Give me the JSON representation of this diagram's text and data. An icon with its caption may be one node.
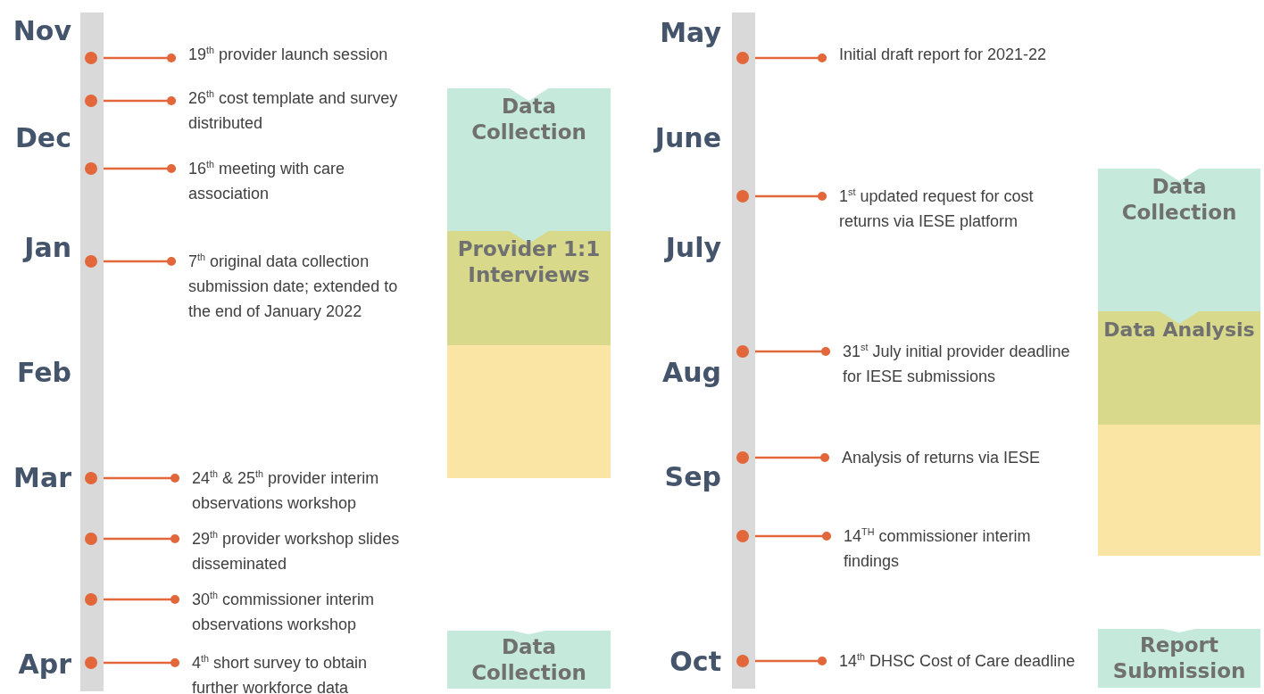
{
  "diagram": {
    "nodes": [
      {
        "text": [
          "19$^{th}$ provider launch session"
        ]
      },
      {
        "text": [
          "26$^{th}$ cost template and survey distributed"
        ]
      },
      {
        "text": [
          "16$^{th}$ meeting with care association"
        ]
      },
      {
        "text": [
          "7$^{th}$ original data collection submission date; extended to the end of January 2022"
        ]
      },
      {
        "text": [
          "24$^{th}$ & 25$^{th}$ provider interim observations workshop"
        ]
      },
      {
        "text": [
          "29$^{th}$ provider workshop slides disseminated"
        ]
      },
      {
        "text": [
          "30$^{th}$ commissioner interim observations workshop"
        ]
      },
      {
        "text": [
          "4$^{th}$ short survey to obtain further workforce data"
        ]
      },
      {
        "text": [
          "Data Collection"
        ]
      },
      {
        "text": [
          "Provider 1:1 Interviews"
        ]
      },
      {
        "text": [],
        "shape": "box"
      },
      {
        "text": [
          "Data Collection"
        ]
      },
      {
        "text": [
          "Initial draft report for 2021-22"
        ]
      },
      {
        "text": [
          "1$^{st}$ updated request for cost returns via IESE platform"
        ]
      },
      {
        "text": [
          "31$^{st}$ July initial provider deadline for IESE submissions"
        ]
      },
      {
        "text": [
          "Analysis of returns via IESE"
        ]
      },
      {
        "text": [
          "14$^{TH}$ commissioner interim findings"
        ]
      },
      {
        "text": [
          "14$^{th}$ DHSC Cost of Care deadline"
        ]
      },
      {
        "text": [
          "Data Collection"
        ]
      },
      {
        "text": [
          "Data Analysis"
        ]
      },
      {
        "text": [],
        "shape": "box"
      },
      {
        "text": [
          "Report Submission"
        ]
      },
      {
        "text": [],
        "shape": "bar"
      },
      {
        "text": [],
        "shape": "bar"
      }
    ],
    "edges": [
      {
        "from": 22,
        "to": 0,
        "arrow": "other"
      },
      {
        "from": 22,
        "to": 1,
        "arrow": "other"
      },
      {
        "from": 22,
        "to": 2,
        "arrow": "other"
      },
      {
        "from": 22,
        "to": 3,
        "arrow": "other"
      },
      {
        "from": 22,
        "to": 4,
        "arrow": "other"
      },
      {
        "from": 22,
        "to": 5,
        "arrow": "other"
      },
      {
        "from": 22,
        "to": 6,
        "arrow": "other"
      },
      {
        "from": 22,
        "to": 7,
        "arrow": "other"
      },
      {
        "from": 23,
        "to": 12,
        "arrow": "other"
      },
      {
        "from": 23,
        "to": 13,
        "arrow": "other"
      },
      {
        "from": 23,
        "to": 14,
        "arrow": "other"
      },
      {
        "from": 23,
        "to": 15,
        "arrow": "other"
      },
      {
        "from": 23,
        "to": 16,
        "arrow": "other"
      },
      {
        "from": 23,
        "to": 17,
        "arrow": "other"
      }
    ],
    "labels": [
      "Nov",
      "Dec",
      "Jan",
      "Feb",
      "Mar",
      "Apr",
      "May",
      "June",
      "July",
      "Aug",
      "Sep",
      "Oct"
    ]
  }
}
